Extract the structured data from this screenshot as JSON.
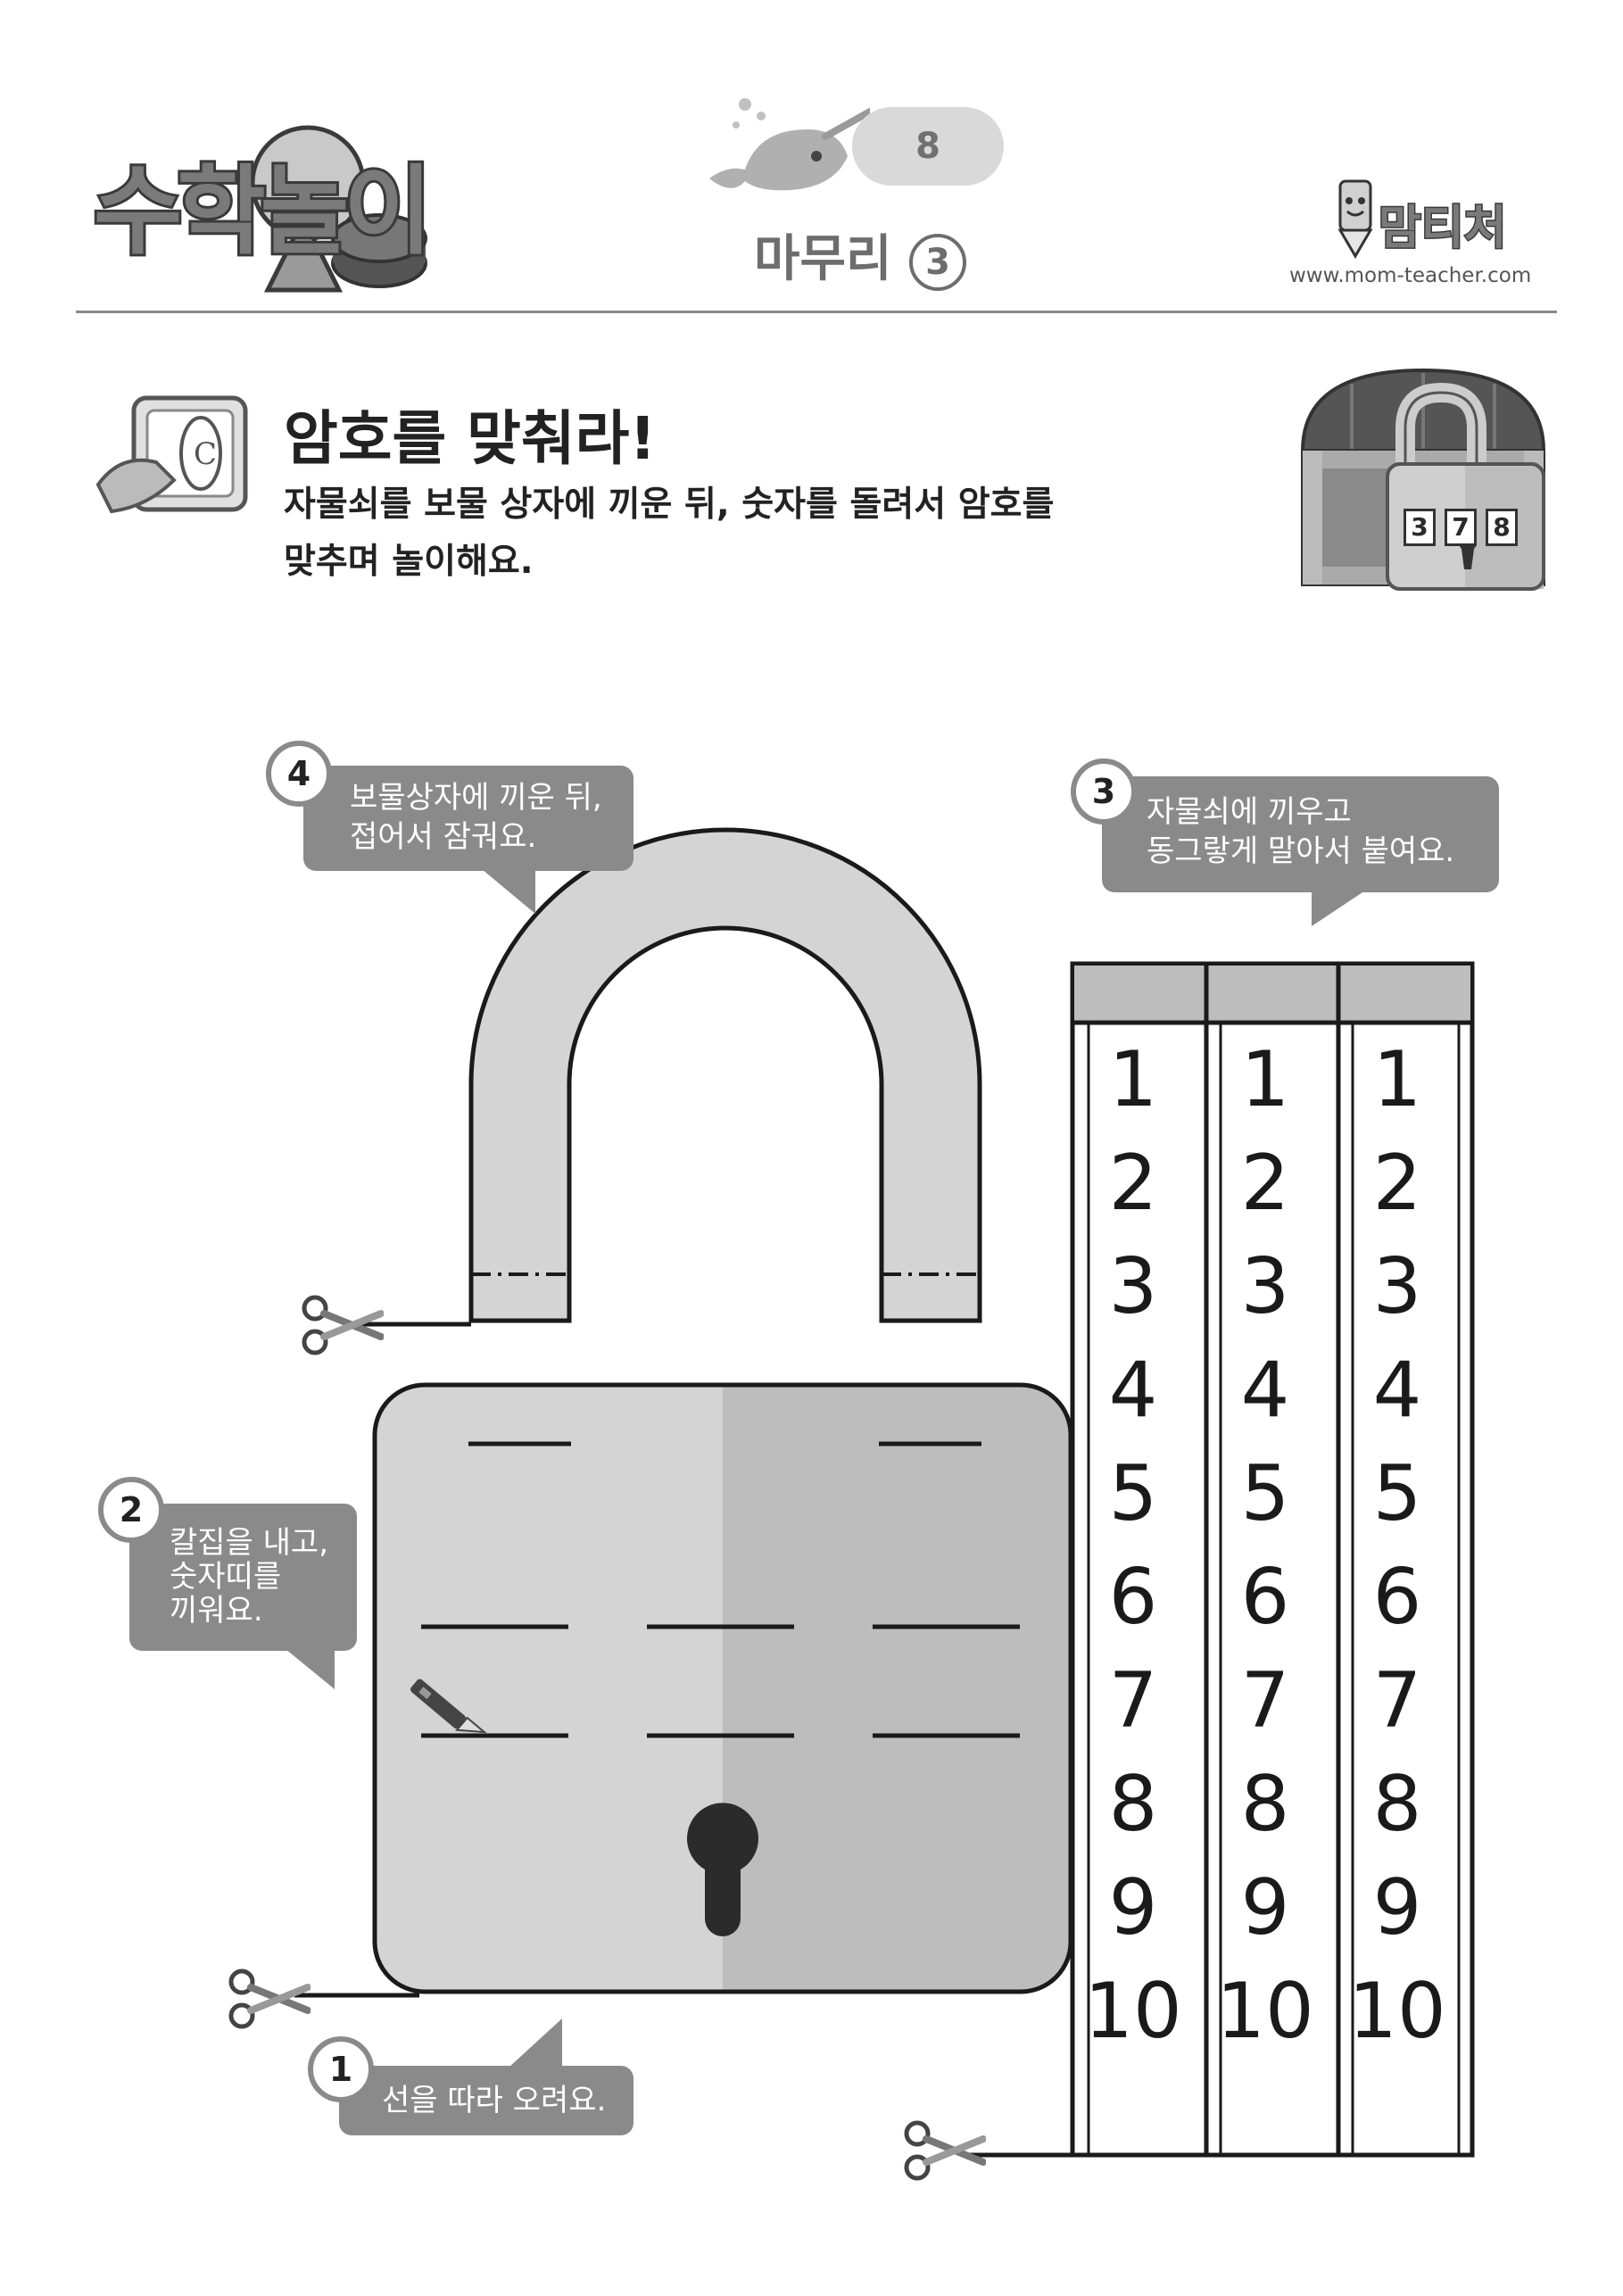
{
  "header": {
    "logo": "수학놀이",
    "page_number": "8",
    "subtitle": "마무리",
    "subtitle_circle": "3",
    "brand": "맘티처",
    "website": "www.mom-teacher.com"
  },
  "activity": {
    "title": "암호를 맞춰라!",
    "description_line1": "자물쇠를 보물 상자에 끼운 뒤, 숫자를 돌려서 암호를",
    "description_line2": "맞추며 놀이해요.",
    "code_digits": [
      "3",
      "7",
      "8"
    ]
  },
  "steps": [
    {
      "number": "1",
      "lines": [
        "선을 따라 오려요."
      ]
    },
    {
      "number": "2",
      "lines": [
        "칼집을 내고,",
        "숫자띠를",
        "끼워요."
      ]
    },
    {
      "number": "3",
      "lines": [
        "자물쇠에 끼우고",
        "동그랗게 말아서 붙여요."
      ]
    },
    {
      "number": "4",
      "lines": [
        "보물상자에 끼운 뒤,",
        "접어서 잠궈요."
      ]
    }
  ],
  "strips": {
    "numbers": [
      "1",
      "2",
      "3",
      "4",
      "5",
      "6",
      "7",
      "8",
      "9",
      "10"
    ]
  },
  "colors": {
    "lock_light": "#d4d4d4",
    "lock_dark": "#bdbdbd",
    "bubble": "#8a8a8a",
    "outline": "#1a1a1a"
  },
  "icons": [
    "scissors-icon",
    "cutter-knife-icon",
    "keyhole-icon",
    "treasure-chest-icon",
    "pencil-mascot-icon",
    "narwhal-icon",
    "c-band-icon"
  ]
}
